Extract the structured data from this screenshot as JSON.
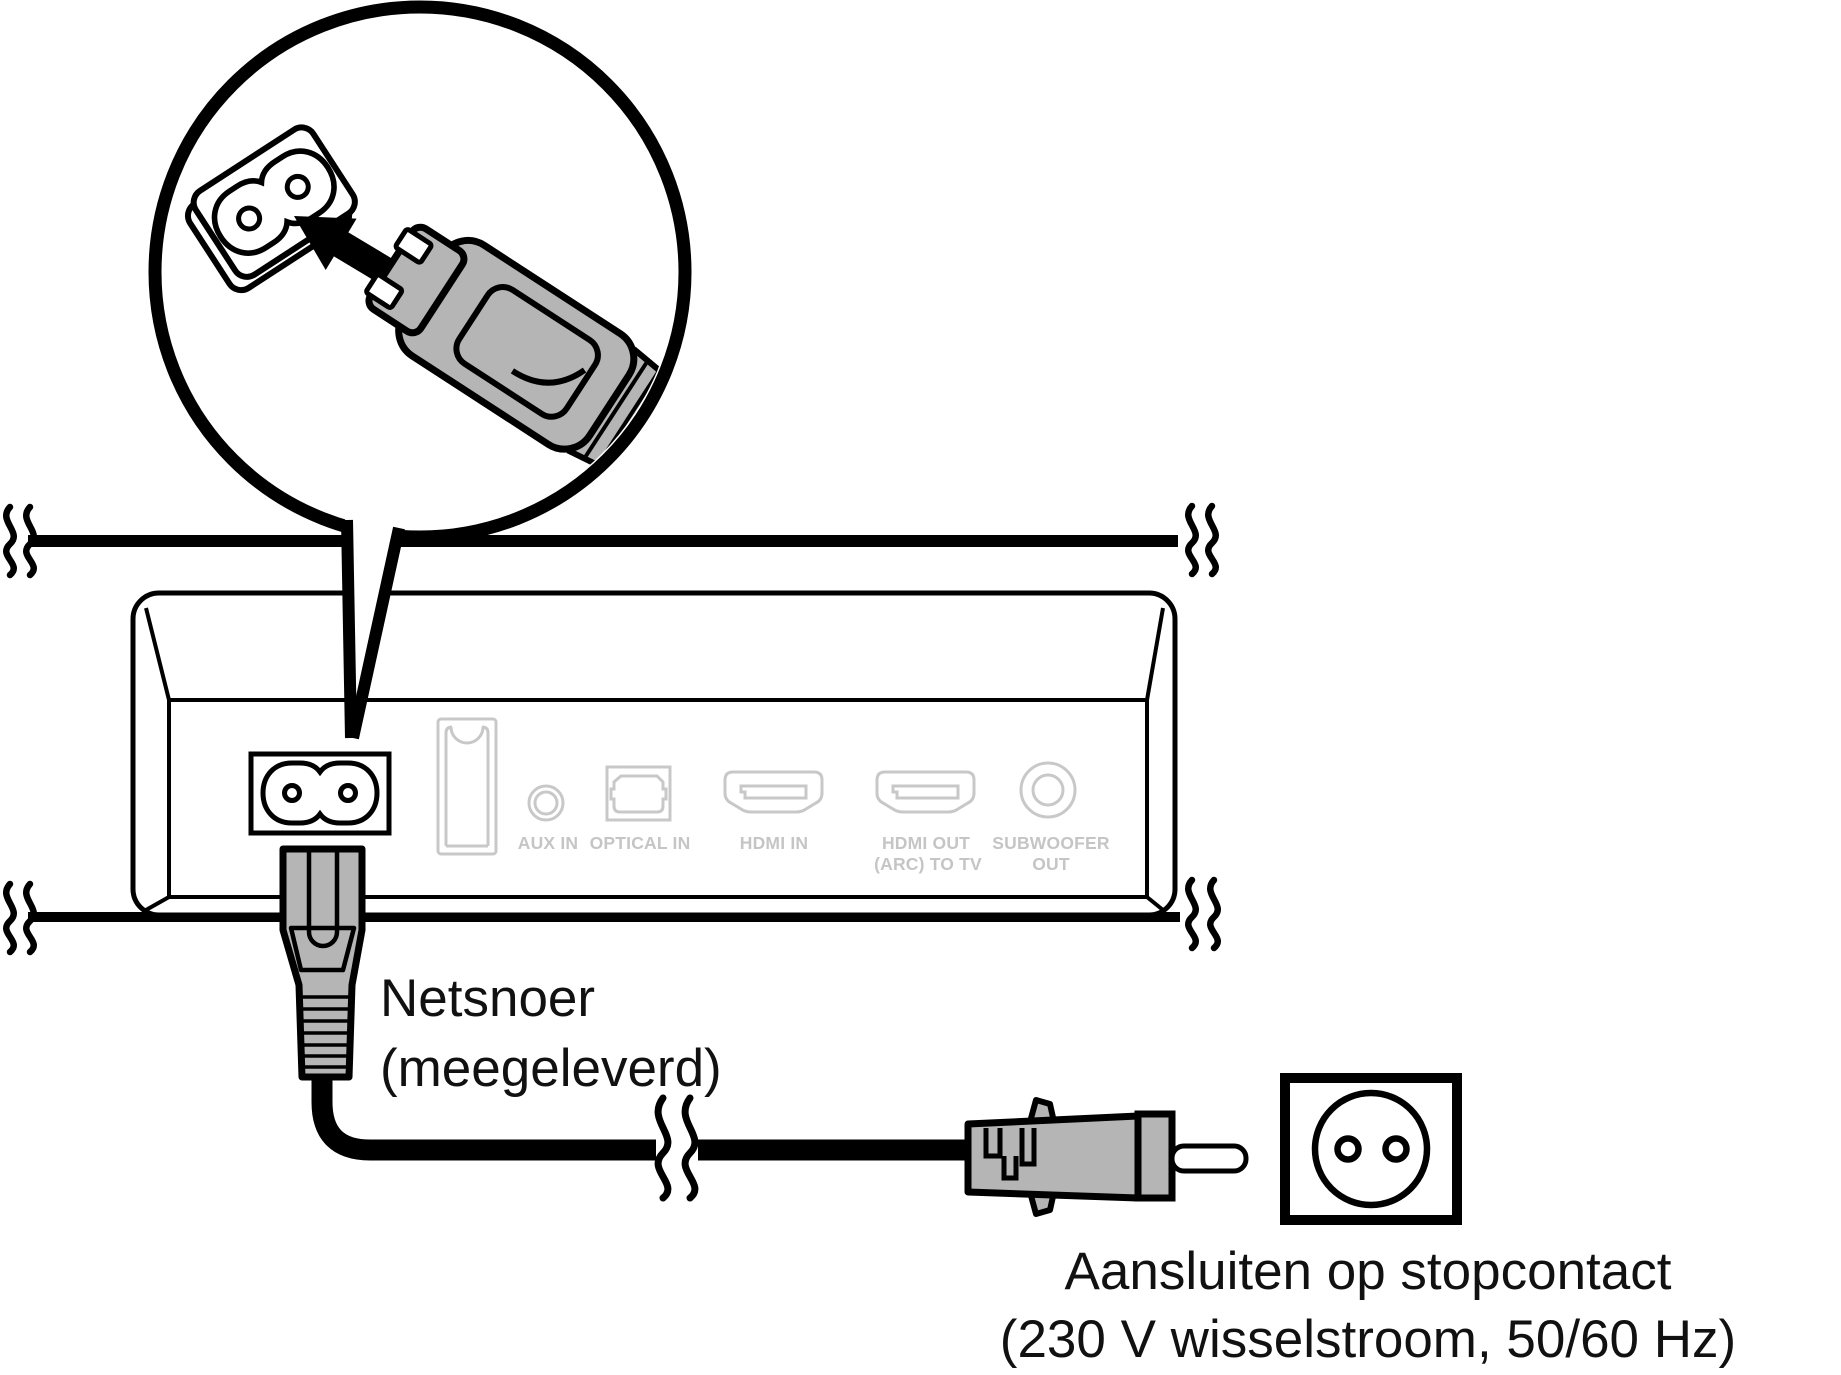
{
  "figure": {
    "description": "Instruction-manual diagram: connecting the supplied power cord from the soundbar rear panel AC inlet to a wall outlet",
    "cord_label": {
      "line1": "Netsnoer",
      "line2": "(meegeleverd)"
    },
    "outlet_caption": {
      "line1": "Aansluiten op stopcontact",
      "line2": "(230 V wisselstroom, 50/60 Hz)"
    },
    "rear_panel": {
      "ports": [
        {
          "label": "AUX IN"
        },
        {
          "label": "OPTICAL IN"
        },
        {
          "label": "HDMI IN"
        },
        {
          "label": "HDMI OUT",
          "label2": "(ARC) TO TV"
        },
        {
          "label": "SUBWOOFER",
          "label2": "OUT"
        }
      ]
    },
    "colors": {
      "line_art": "#000000",
      "plug_gray": "#b5b5b5",
      "port_outline_gray": "#c8c8c8",
      "port_label_gray": "#c5c5c5",
      "background": "#ffffff"
    }
  }
}
